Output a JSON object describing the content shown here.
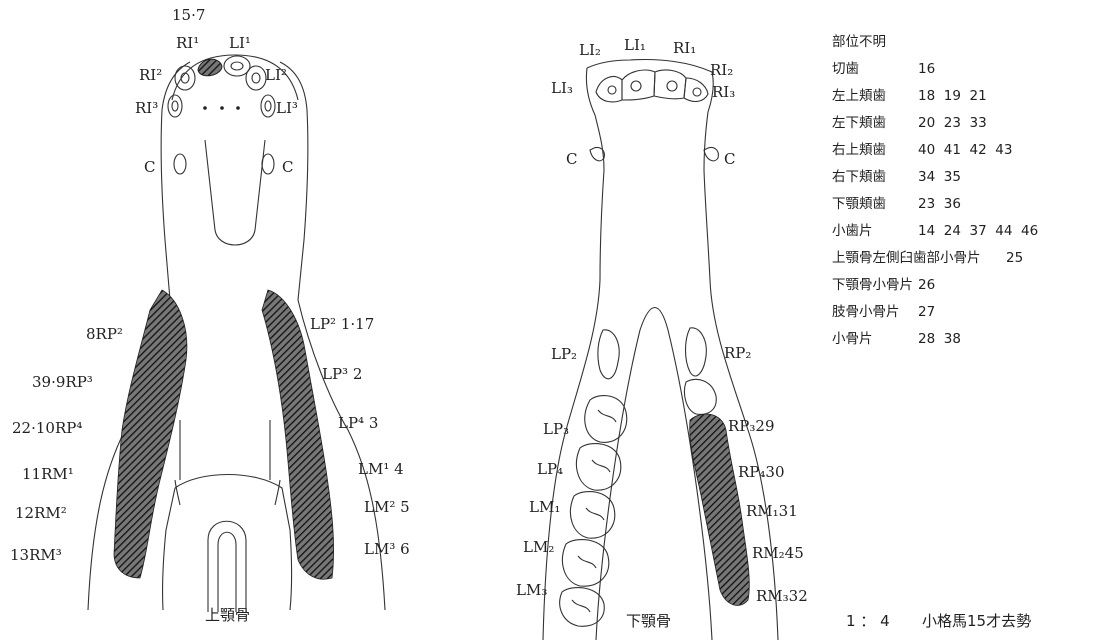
{
  "upper_jaw": {
    "caption": "上顎骨",
    "top_note": "15·7",
    "labels": {
      "ri1": "RI¹",
      "li1": "LI¹",
      "ri2": "RI²",
      "li2": "LI²",
      "ri3": "RI³",
      "li3": "LI³",
      "c_left": "C",
      "c_right": "C",
      "rp2": "8RP²",
      "rp3": "39·9RP³",
      "rp4": "22·10RP⁴",
      "rm1": "11RM¹",
      "rm2": "12RM²",
      "rm3": "13RM³",
      "lp2": "LP² 1·17",
      "lp3": "LP³ 2",
      "lp4": "LP⁴ 3",
      "lm1": "LM¹ 4",
      "lm2": "LM² 5",
      "lm3": "LM³ 6"
    }
  },
  "lower_jaw": {
    "caption": "下顎骨",
    "labels": {
      "li2": "LI₂",
      "li1": "LI₁",
      "ri1": "RI₁",
      "ri2": "RI₂",
      "li3": "LI₃",
      "ri3": "RI₃",
      "c_left": "C",
      "c_right": "C",
      "lp2": "LP₂",
      "lp3": "LP₃",
      "lp4": "LP₄",
      "lm1": "LM₁",
      "lm2": "LM₂",
      "lm3": "LM₃",
      "rp2": "RP₂",
      "rp3": "RP₃29",
      "rp4": "RP₄30",
      "rm1": "RM₁31",
      "rm2": "RM₂45",
      "rm3": "RM₃32"
    }
  },
  "legend": {
    "title": "部位不明",
    "rows": [
      {
        "name": "切歯",
        "nums": "16"
      },
      {
        "name": "左上頬歯",
        "nums": "18  19  21"
      },
      {
        "name": "左下頬歯",
        "nums": "20  23  33"
      },
      {
        "name": "右上頬歯",
        "nums": "40  41  42  43"
      },
      {
        "name": "右下頬歯",
        "nums": "34  35"
      },
      {
        "name": "下顎頬歯",
        "nums": "23  36"
      },
      {
        "name": "小歯片",
        "nums": "14  24  37  44  46"
      },
      {
        "name": "上顎骨左側臼歯部小骨片",
        "nums": "25"
      },
      {
        "name": "下顎骨小骨片",
        "nums": "26"
      },
      {
        "name": "肢骨小骨片",
        "nums": "27"
      },
      {
        "name": "小骨片",
        "nums": "28  38"
      }
    ]
  },
  "footer": {
    "scale": "1 ： 4",
    "note": "小格馬15才去勢"
  }
}
